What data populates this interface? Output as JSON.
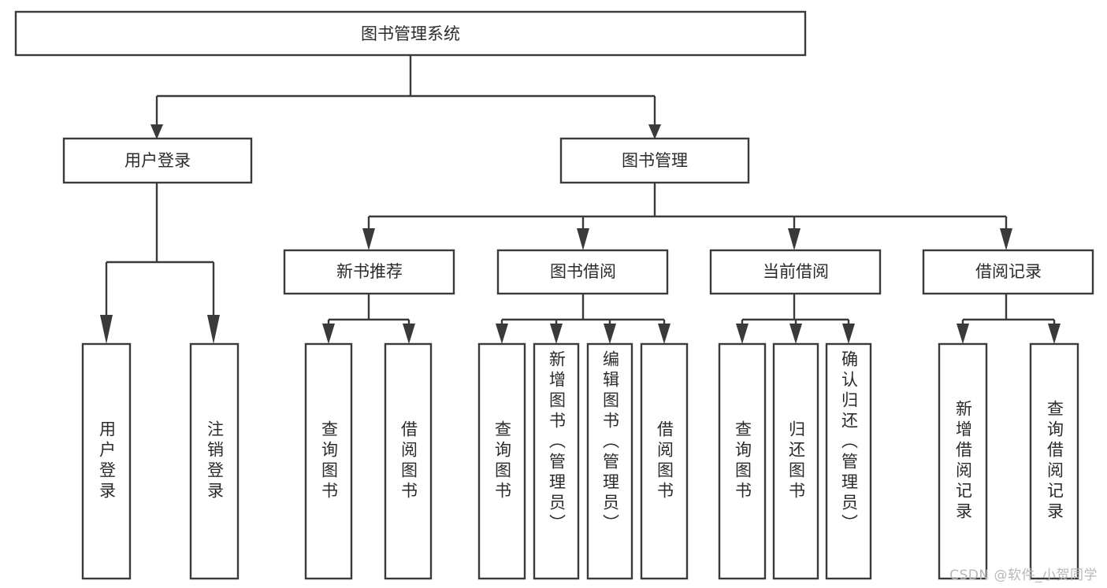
{
  "diagram": {
    "type": "hierarchy-tree",
    "title_node": {
      "id": "root",
      "label": "图书管理系统"
    },
    "level1": [
      {
        "id": "user-login",
        "label": "用户登录"
      },
      {
        "id": "book-manage",
        "label": "图书管理"
      }
    ],
    "level2": [
      {
        "id": "new-book-recommend",
        "label": "新书推荐",
        "parent": "book-manage"
      },
      {
        "id": "book-borrow",
        "label": "图书借阅",
        "parent": "book-manage"
      },
      {
        "id": "current-borrow",
        "label": "当前借阅",
        "parent": "book-manage"
      },
      {
        "id": "borrow-record",
        "label": "借阅记录",
        "parent": "book-manage"
      }
    ],
    "leaves": [
      {
        "id": "leaf-user-login",
        "label": "用户登录",
        "parent": "user-login"
      },
      {
        "id": "leaf-logout-login",
        "label": "注销登录",
        "parent": "user-login"
      },
      {
        "id": "leaf-query-book-1",
        "label": "查询图书",
        "parent": "new-book-recommend"
      },
      {
        "id": "leaf-borrow-book-1",
        "label": "借阅图书",
        "parent": "new-book-recommend"
      },
      {
        "id": "leaf-query-book-2",
        "label": "查询图书",
        "parent": "book-borrow"
      },
      {
        "id": "leaf-add-book",
        "label": "新增图书（管理员）",
        "parent": "book-borrow"
      },
      {
        "id": "leaf-edit-book",
        "label": "编辑图书（管理员）",
        "parent": "book-borrow"
      },
      {
        "id": "leaf-borrow-book-2",
        "label": "借阅图书",
        "parent": "book-borrow"
      },
      {
        "id": "leaf-query-book-3",
        "label": "查询图书",
        "parent": "current-borrow"
      },
      {
        "id": "leaf-return-book",
        "label": "归还图书",
        "parent": "current-borrow"
      },
      {
        "id": "leaf-confirm-return",
        "label": "确认归还（管理员）",
        "parent": "current-borrow"
      },
      {
        "id": "leaf-add-record",
        "label": "新增借阅记录",
        "parent": "borrow-record"
      },
      {
        "id": "leaf-query-record",
        "label": "查询借阅记录",
        "parent": "borrow-record"
      }
    ],
    "colors": {
      "stroke": "#3a3a3a",
      "box_fill": "#ffffff",
      "text": "#2b2b2b",
      "background": "#ffffff",
      "watermark": "#b8b8b8"
    }
  },
  "watermark": {
    "text": "CSDN @软件_小贺同学"
  }
}
